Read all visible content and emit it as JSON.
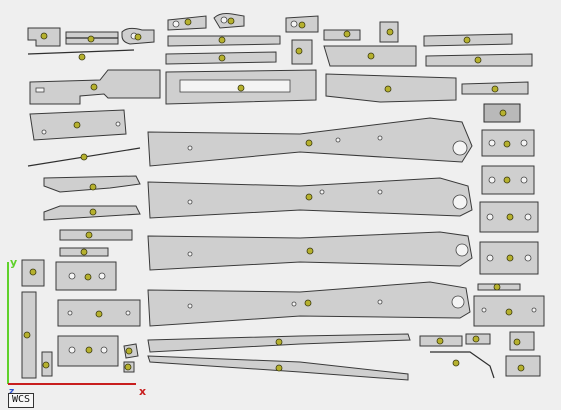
{
  "viewport": {
    "axes": {
      "y_label": "y",
      "x_label": "x",
      "z_label": "z",
      "y_color": "#5fd12a",
      "x_color": "#c81e1e",
      "z_color": "#2a4fd1"
    },
    "wcs_label": "WCS",
    "colors": {
      "background": "#efefef",
      "part_fill": "#cfcfcf",
      "part_edge": "#3a3a3a",
      "marker": "#b6b12e"
    }
  }
}
